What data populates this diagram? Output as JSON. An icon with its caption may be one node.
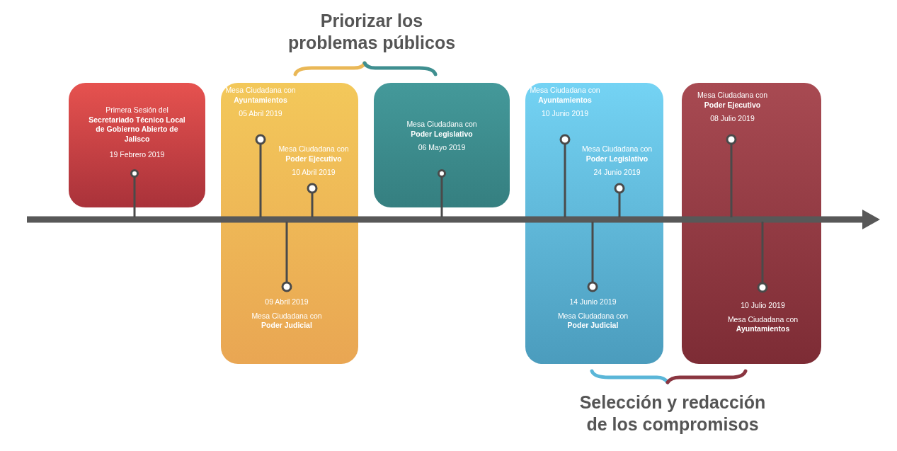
{
  "diagram": {
    "nodes": [
      {
        "text": [
          "Primera Sesión del **Secretariado Técnico Local de Gobierno Abierto de Jalisco**",
          "19 Febrero 2019"
        ]
      },
      {
        "text": [],
        "shape": "box"
      },
      {
        "text": [
          "Mesa Ciudadana con **Ayuntamientos**",
          "05 Abril 2019"
        ],
        "in": 1
      },
      {
        "text": [
          "Mesa Ciudadana con **Poder Ejecutivo**",
          "10 Abril 2019"
        ],
        "in": 1
      },
      {
        "text": [
          "09 Abril 2019",
          "Mesa Ciudadana con **Poder Judicial**"
        ],
        "in": 1
      },
      {
        "text": [
          "Mesa Ciudadana con **Poder Legislativo**",
          "06 Mayo 2019"
        ]
      },
      {
        "text": [],
        "shape": "box"
      },
      {
        "text": [
          "Mesa Ciudadana con **Ayuntamientos**",
          "10 Junio 2019"
        ],
        "in": 6
      },
      {
        "text": [
          "Mesa Ciudadana con **Poder Legislativo**",
          "24 Junio 2019"
        ],
        "in": 6
      },
      {
        "text": [
          "14 Junio 2019",
          "Mesa Ciudadana con **Poder Judicial**"
        ],
        "in": 6
      },
      {
        "text": [],
        "shape": "box"
      },
      {
        "text": [
          "Mesa Ciudadana con **Poder Ejecutivo**",
          "08 Julio 2019"
        ],
        "in": 10
      },
      {
        "text": [
          "10 Julio 2019",
          "Mesa Ciudadana con **Ayuntamientos**"
        ],
        "in": 10
      }
    ],
    "edges": [],
    "labels": [
      "Priorizar los problemas públicos",
      "Selección y redacción de los compromisos"
    ]
  }
}
